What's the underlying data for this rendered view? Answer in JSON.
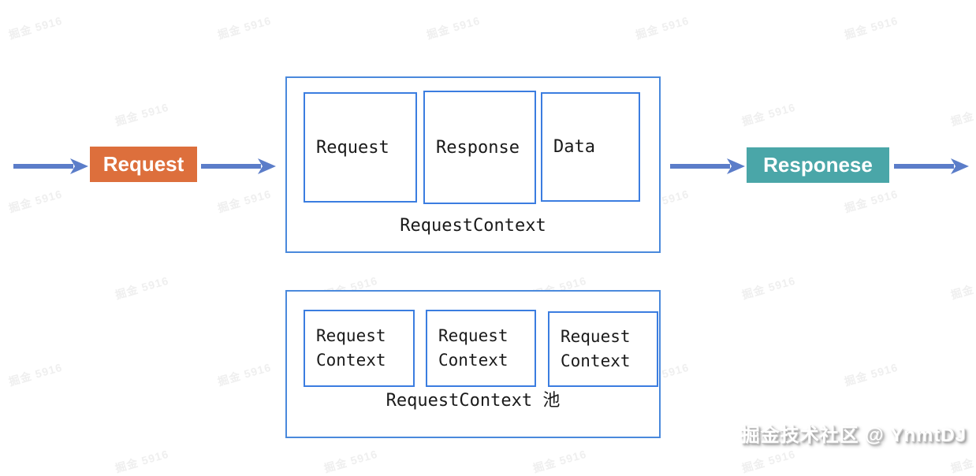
{
  "colors": {
    "arrow": "#5b7dc9",
    "border": "#4a89dc",
    "border2": "#3b7de0",
    "orange": "#dd6f3c",
    "teal": "#4aa6a8",
    "ink": "#1a1a1a",
    "watermark": "#efefef"
  },
  "diagram": {
    "request_node": "Request",
    "response_node": "Responese",
    "context_box": {
      "items": [
        "Request",
        "Response",
        "Data"
      ],
      "caption": "RequestContext"
    },
    "pool_box": {
      "items": [
        "Request\nContext",
        "Request\nContext",
        "Request\nContext"
      ],
      "caption": "RequestContext 池"
    }
  },
  "watermark": {
    "tile": "掘金 5916",
    "credit": "掘金技术社区 @ YnmtDJ"
  }
}
